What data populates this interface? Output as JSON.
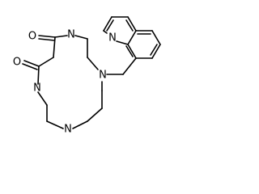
{
  "structure": {
    "atoms": {
      "o1": "O",
      "o2": "O",
      "n1": "N",
      "n2": "N",
      "n3": "N",
      "n4": "N",
      "nq": "N"
    }
  }
}
